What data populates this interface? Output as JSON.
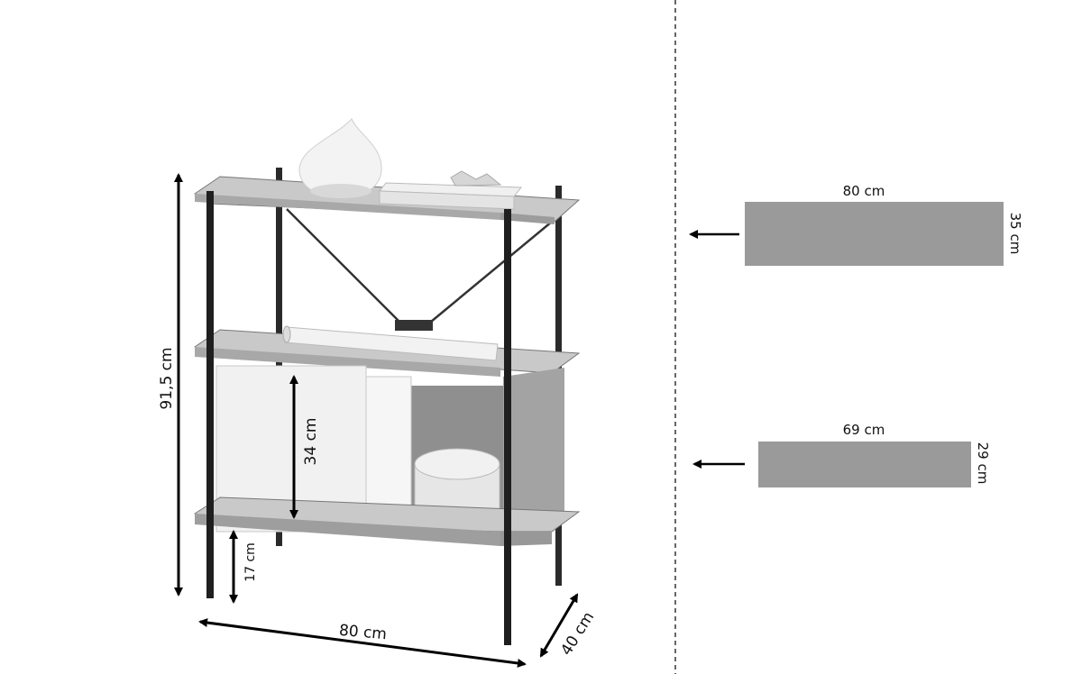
{
  "dimensions": {
    "height": "91,5 cm",
    "width": "80 cm",
    "depth": "40 cm",
    "cabinet_height": "34 cm",
    "leg_height": "17 cm"
  },
  "shelf_top": {
    "width": "80 cm",
    "depth": "35 cm"
  },
  "shelf_bottom": {
    "width": "69 cm",
    "depth": "29 cm"
  },
  "colors": {
    "frame": "#1f1f1f",
    "shelf": "#c9c9c9",
    "shelf_edge": "#8a8a8a",
    "panel": "#9a9a9a",
    "door": "#f1f1f1",
    "arrow": "#000000"
  },
  "icons": [
    "arrow-left-icon",
    "double-arrow-icon"
  ]
}
